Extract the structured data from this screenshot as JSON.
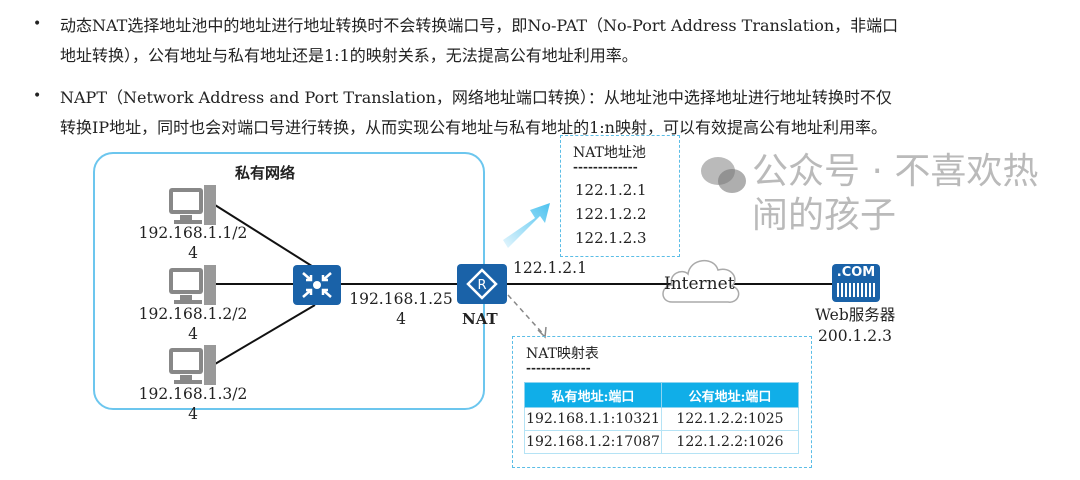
{
  "bullets": [
    {
      "lines": [
        "动态NAT选择地址池中的地址进行地址转换时不会转换端口号，即No-PAT（No-Port Address Translation，非端口",
        "地址转换），公有地址与私有地址还是1:1的映射关系，无法提高公有地址利用率。"
      ]
    },
    {
      "lines": [
        "NAPT（Network Address and Port Translation，网络地址端口转换）：从地址池中选择地址进行地址转换时不仅",
        "转换IP地址，同时也会对端口号进行转换，从而实现公有地址与私有地址的1:n映射，可以有效提高公有地址利用率。"
      ]
    }
  ],
  "diagram": {
    "private_network_label": "私有网络",
    "hosts": [
      "192.168.1.1/24",
      "192.168.1.2/24",
      "192.168.1.3/24"
    ],
    "nat_inside_ip": "192.168.1.254",
    "nat_label": "NAT",
    "nat_outside_ip": "122.1.2.1",
    "pool": {
      "title": "NAT地址池",
      "divider": "-------------",
      "addresses": [
        "122.1.2.1",
        "122.1.2.2",
        "122.1.2.3"
      ]
    },
    "internet_label": "Internet",
    "server": {
      "badge": ".COM",
      "name": "Web服务器",
      "ip": "200.1.2.3"
    },
    "mapping": {
      "title": "NAT映射表",
      "divider": "-------------",
      "headers": [
        "私有地址:端口",
        "公有地址:端口"
      ],
      "rows": [
        [
          "192.168.1.1:10321",
          "122.1.2.2:1025"
        ],
        [
          "192.168.1.2:17087",
          "122.1.2.2:1026"
        ]
      ]
    }
  },
  "watermark": "公众号 · 不喜欢热闹的孩子",
  "colors": {
    "device": "#1a62a8",
    "accent": "#10aee8"
  }
}
